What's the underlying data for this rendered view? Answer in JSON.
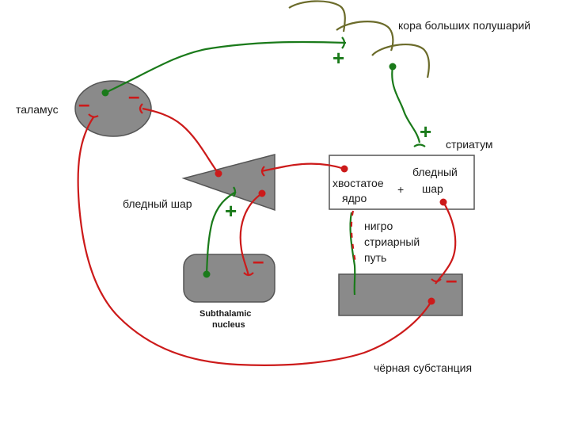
{
  "labels": {
    "cortex": "кора больших полушарий",
    "thalamus": "таламус",
    "striatum": "стриатум",
    "globus_pallidus": "бледный шар",
    "caudate_line1": "хвостатое",
    "caudate_line2": "ядро",
    "pallidus_in_striatum_line1": "бледный",
    "pallidus_in_striatum_line2": "шар",
    "striatum_plus": "+",
    "nigrostriatal_line1": "нигро",
    "nigrostriatal_line2": "стриарный",
    "nigrostriatal_line3": "путь",
    "subthalamic_line1": "Subthalamic",
    "subthalamic_line2": "nucleus",
    "substantia_nigra": "чёрная субстанция"
  },
  "signs": {
    "cortex_to_thalamus": "+",
    "cortex_to_striatum": "+",
    "pallidus_to_subthalamic": "+",
    "thalamus_left": "–",
    "thalamus_right": "–",
    "subthalamic": "–",
    "substantia_nigra": "–"
  },
  "colors": {
    "excitatory": "#1a7a1a",
    "inhibitory": "#cc1a1a",
    "nucleus_fill": "#8a8a8a",
    "cortex_line": "#6b6b2a"
  }
}
